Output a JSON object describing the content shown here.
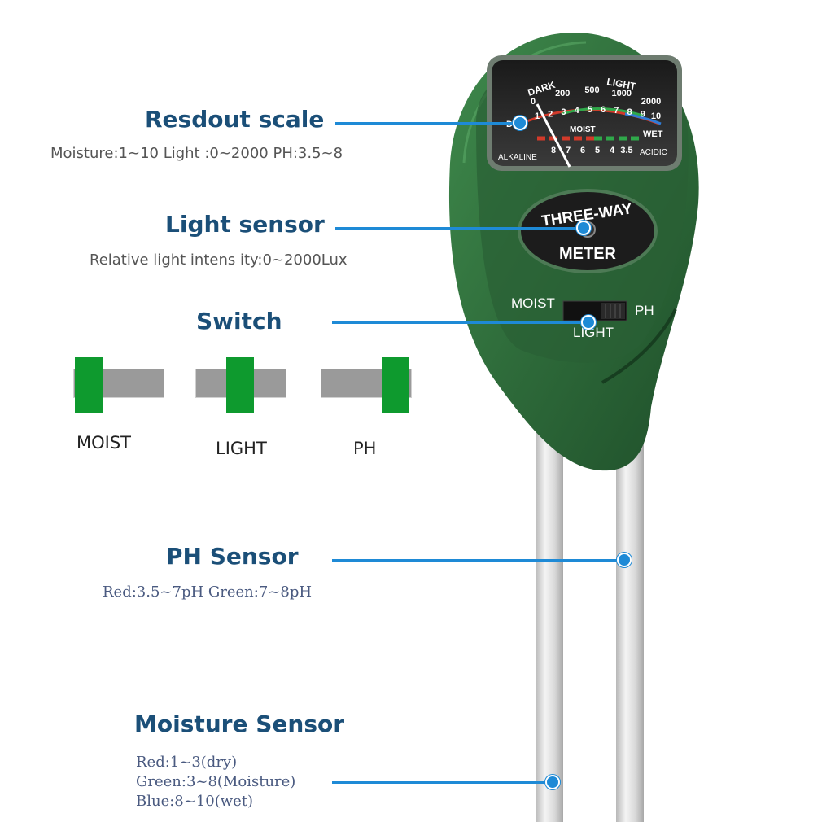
{
  "callouts": {
    "readout_scale": {
      "title": "Resdout scale",
      "subtitle": "Moisture:1~10   Light :0~2000  PH:3.5~8"
    },
    "light_sensor": {
      "title": "Light sensor",
      "subtitle": "Relative light intens ity:0~2000Lux"
    },
    "switch": {
      "title": "Switch"
    },
    "ph_sensor": {
      "title": "PH Sensor",
      "subtitle": "Red:3.5~7pH    Green:7~8pH"
    },
    "moisture_sensor": {
      "title": "Moisture Sensor",
      "lines": [
        "Red:1~3(dry)",
        "Green:3~8(Moisture)",
        "Blue:8~10(wet)"
      ]
    }
  },
  "switch_states": [
    {
      "label": "MOIST",
      "position": "left"
    },
    {
      "label": "LIGHT",
      "position": "center"
    },
    {
      "label": "PH",
      "position": "right"
    }
  ],
  "device": {
    "badge_top": "THREE-WAY",
    "badge_bottom": "METER",
    "switch_left": "MOIST",
    "switch_right": "PH",
    "switch_bottom": "LIGHT",
    "dial": {
      "dark": "DARK",
      "light": "LIGHT",
      "dry": "DRY",
      "wet": "WET",
      "moist": "MOIST",
      "alkaline": "ALKALINE",
      "acidic": "ACIDIC",
      "light_ticks": [
        "0",
        "200",
        "500",
        "1000",
        "2000"
      ],
      "moist_ticks": [
        "1",
        "2",
        "3",
        "4",
        "5",
        "6",
        "7",
        "8",
        "9",
        "10"
      ],
      "ph_ticks": [
        "8",
        "7",
        "6",
        "5",
        "4",
        "3.5"
      ]
    }
  },
  "colors": {
    "heading": "#1b4f78",
    "accent_line": "#1e8ad6",
    "device_green": "#2e6b3a",
    "switch_green": "#0e9a2e"
  }
}
